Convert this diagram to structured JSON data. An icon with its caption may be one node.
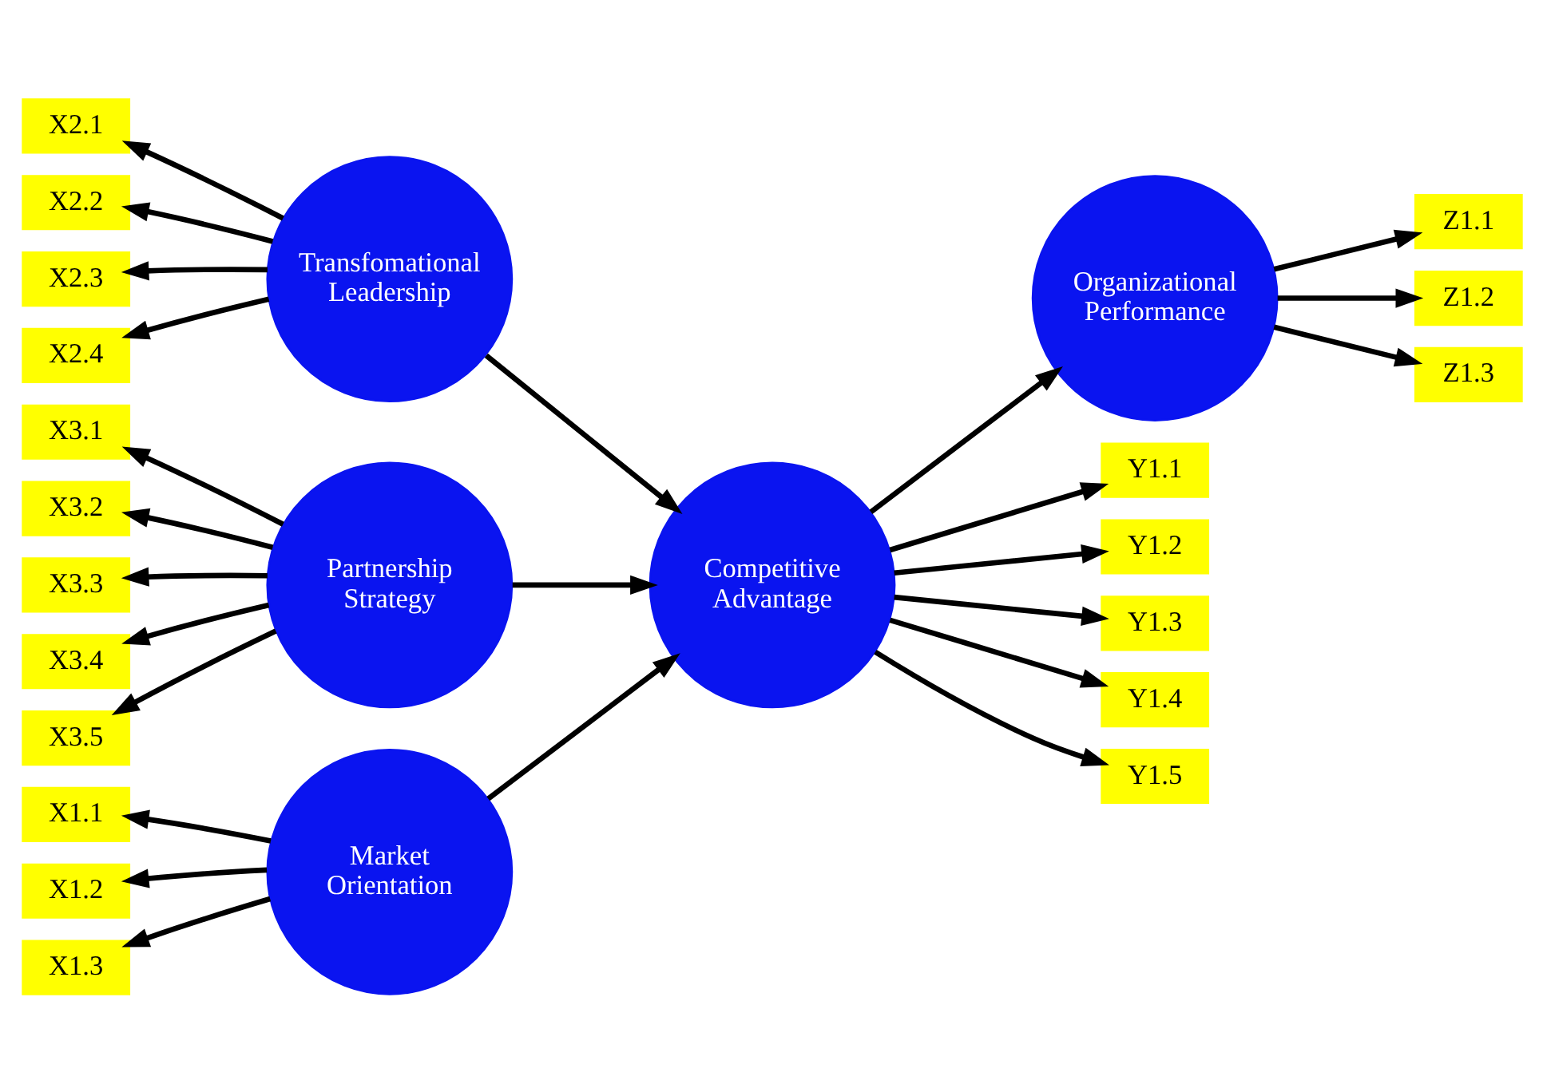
{
  "diagram": {
    "nodes": [
      {
        "text": [
          "Market Orientation"
        ]
      },
      {
        "text": [
          "Transfomational Leadership"
        ]
      },
      {
        "text": [
          "Partnership Strategy"
        ]
      },
      {
        "text": [
          "Competitive Advantage"
        ]
      },
      {
        "text": [
          "Organizational Performance"
        ]
      },
      {
        "text": [
          "X1.1"
        ]
      },
      {
        "text": [
          "X1.2"
        ]
      },
      {
        "text": [
          "X1.3"
        ]
      },
      {
        "text": [
          "X2.1"
        ]
      },
      {
        "text": [
          "X2.2"
        ]
      },
      {
        "text": [
          "X2.3"
        ]
      },
      {
        "text": [
          "X2.4"
        ]
      },
      {
        "text": [
          "X3.1"
        ]
      },
      {
        "text": [
          "X3.2"
        ]
      },
      {
        "text": [
          "X3.3"
        ]
      },
      {
        "text": [
          "X3.4"
        ]
      },
      {
        "text": [
          "X3.5"
        ]
      },
      {
        "text": [
          "Y1.1"
        ]
      },
      {
        "text": [
          "Y1.2"
        ]
      },
      {
        "text": [
          "Y1.3"
        ]
      },
      {
        "text": [
          "Y1.4"
        ]
      },
      {
        "text": [
          "Y1.5"
        ]
      },
      {
        "text": [
          "Z1.1"
        ]
      },
      {
        "text": [
          "Z1.2"
        ]
      },
      {
        "text": [
          "Z1.3"
        ]
      }
    ],
    "edges": [
      {
        "from": 0,
        "to": 5,
        "arrow": "to"
      },
      {
        "from": 0,
        "to": 6,
        "arrow": "to"
      },
      {
        "from": 0,
        "to": 7,
        "arrow": "to"
      },
      {
        "from": 1,
        "to": 8,
        "arrow": "to"
      },
      {
        "from": 1,
        "to": 9,
        "arrow": "to"
      },
      {
        "from": 1,
        "to": 10,
        "arrow": "to"
      },
      {
        "from": 1,
        "to": 11,
        "arrow": "to"
      },
      {
        "from": 2,
        "to": 12,
        "arrow": "to"
      },
      {
        "from": 2,
        "to": 13,
        "arrow": "to"
      },
      {
        "from": 2,
        "to": 14,
        "arrow": "to"
      },
      {
        "from": 2,
        "to": 15,
        "arrow": "to"
      },
      {
        "from": 2,
        "to": 16,
        "arrow": "to"
      },
      {
        "from": 0,
        "to": 3,
        "arrow": "to"
      },
      {
        "from": 1,
        "to": 3,
        "arrow": "to"
      },
      {
        "from": 2,
        "to": 3,
        "arrow": "to"
      },
      {
        "from": 3,
        "to": 4,
        "arrow": "to"
      },
      {
        "from": 3,
        "to": 17,
        "arrow": "to"
      },
      {
        "from": 3,
        "to": 18,
        "arrow": "to"
      },
      {
        "from": 3,
        "to": 19,
        "arrow": "to"
      },
      {
        "from": 3,
        "to": 20,
        "arrow": "to"
      },
      {
        "from": 3,
        "to": 21,
        "arrow": "to"
      },
      {
        "from": 4,
        "to": 22,
        "arrow": "to"
      },
      {
        "from": 4,
        "to": 23,
        "arrow": "to"
      },
      {
        "from": 4,
        "to": 24,
        "arrow": "to"
      }
    ]
  }
}
